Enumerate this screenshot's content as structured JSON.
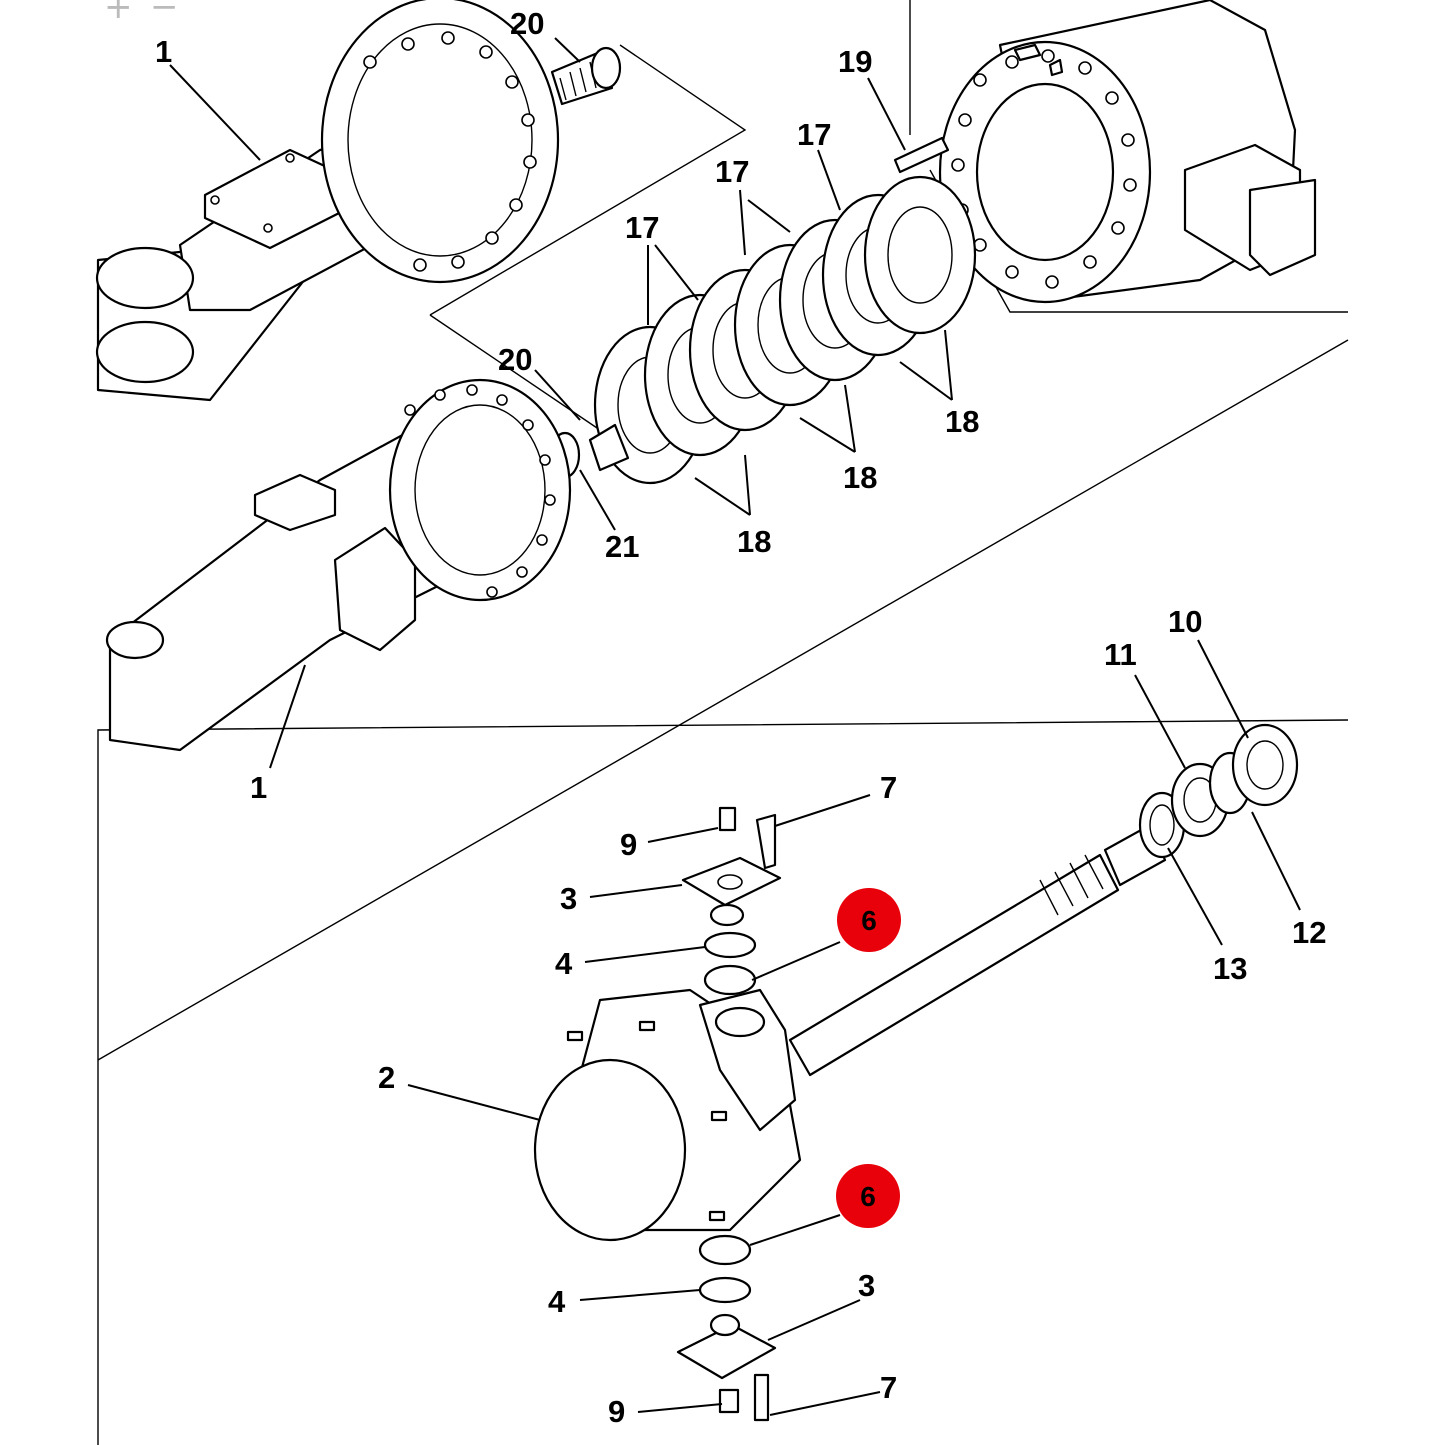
{
  "diagram": {
    "toolbar": {
      "zoom_in_icon": "plus-icon",
      "zoom_out_icon": "minus-icon"
    },
    "callouts": [
      {
        "id": "c1a",
        "text": "1"
      },
      {
        "id": "c20a",
        "text": "20"
      },
      {
        "id": "c19",
        "text": "19"
      },
      {
        "id": "c17a",
        "text": "17"
      },
      {
        "id": "c17b",
        "text": "17"
      },
      {
        "id": "c17c",
        "text": "17"
      },
      {
        "id": "c20b",
        "text": "20"
      },
      {
        "id": "c18a",
        "text": "18"
      },
      {
        "id": "c18b",
        "text": "18"
      },
      {
        "id": "c18c",
        "text": "18"
      },
      {
        "id": "c21",
        "text": "21"
      },
      {
        "id": "c1b",
        "text": "1"
      },
      {
        "id": "c10",
        "text": "10"
      },
      {
        "id": "c11",
        "text": "11"
      },
      {
        "id": "c7a",
        "text": "7"
      },
      {
        "id": "c9a",
        "text": "9"
      },
      {
        "id": "c3a",
        "text": "3"
      },
      {
        "id": "c4a",
        "text": "4"
      },
      {
        "id": "c12",
        "text": "12"
      },
      {
        "id": "c13",
        "text": "13"
      },
      {
        "id": "c2",
        "text": "2"
      },
      {
        "id": "c4b",
        "text": "4"
      },
      {
        "id": "c3b",
        "text": "3"
      },
      {
        "id": "c9b",
        "text": "9"
      },
      {
        "id": "c7b",
        "text": "7"
      }
    ],
    "highlights": [
      {
        "id": "h6a",
        "text": "6",
        "color": "#e8000b"
      },
      {
        "id": "h6b",
        "text": "6",
        "color": "#e8000b"
      }
    ]
  }
}
